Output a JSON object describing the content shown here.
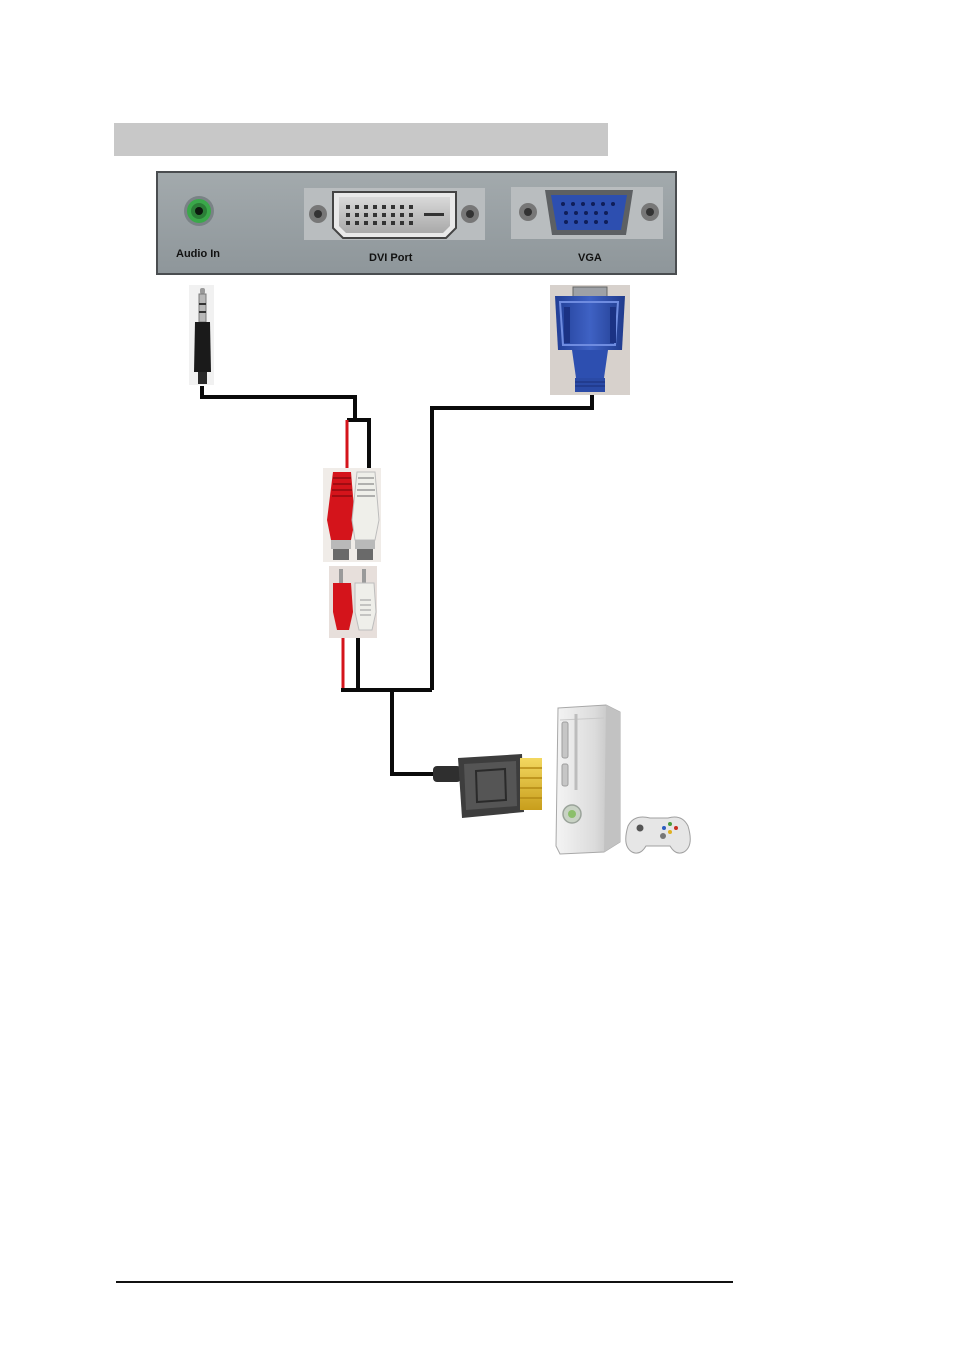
{
  "panel": {
    "ports": {
      "audio_in": "Audio In",
      "dvi_port": "DVI Port",
      "vga": "VGA"
    }
  },
  "colors": {
    "panel_fill": "#98a0a4",
    "panel_border": "#4a4d50",
    "audio_jack": "#3aa84a",
    "vga_blue": "#2d4fb0",
    "rca_red": "#d4141b",
    "rca_white": "#efefea",
    "cable": "#0a0a0a",
    "console_white": "#e8e8e8",
    "av_connector_gold": "#e6c23a"
  },
  "icons": [
    "audio-jack-icon",
    "dvi-port-icon",
    "vga-port-icon",
    "audio-plug-icon",
    "vga-plug-icon",
    "rca-female-connectors-icon",
    "rca-male-plugs-icon",
    "av-cable-connector-icon",
    "game-console-icon",
    "game-controller-icon"
  ]
}
